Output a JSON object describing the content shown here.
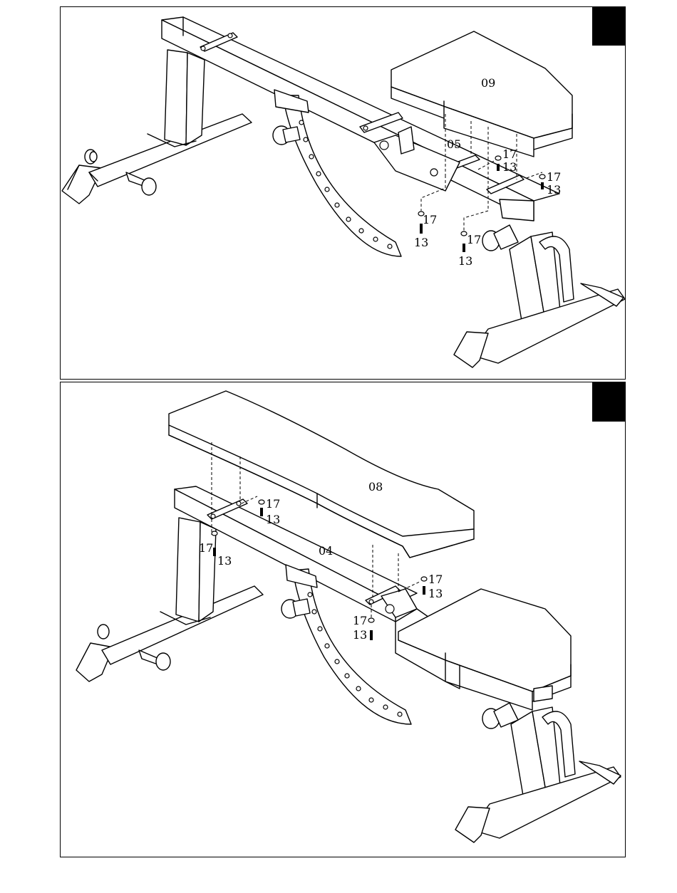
{
  "step1": {
    "parts": {
      "seat": "09",
      "bracket": "05",
      "washer": "17",
      "bolt": "13"
    }
  },
  "step2": {
    "parts": {
      "backrest": "08",
      "bracket": "04",
      "washer": "17",
      "bolt": "13"
    }
  }
}
